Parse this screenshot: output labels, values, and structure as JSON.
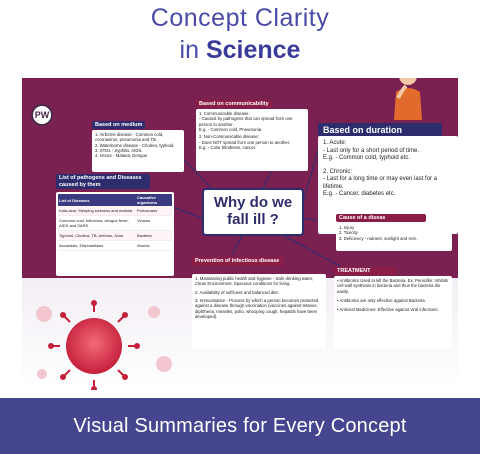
{
  "header": {
    "line1": "Concept Clarity",
    "line2_prefix": "in ",
    "line2_bold": "Science"
  },
  "footer": {
    "text": "Visual Summaries for Every Concept"
  },
  "poster": {
    "logo_text": "PW",
    "question_mark": "?",
    "center_title": "Why do we fall ill ?",
    "medium": {
      "title": "Based on medium",
      "items": [
        "1. Airborne disease - Common cold, coronavirus, pneumonia and TB.",
        "2. Waterborne disease - Cholera, typhoid.",
        "3. STDs - Syphilis, AIDS.",
        "4. Vector - Malaria, Dengue"
      ]
    },
    "communicability": {
      "title": "Based on communicability",
      "items": [
        "1. Communicable disease:",
        "- Caused by pathogens that can spread from one person to another.",
        "E.g. - Common cold, Pneumonia",
        "2. Non-Communicable disease:",
        "- Does NOT spread from one person to another.",
        "E.g. - Color blindness, cancer."
      ]
    },
    "duration": {
      "title": "Based on duration",
      "items": [
        "1. Acute:",
        "- Last only for a short period of time.",
        "E.g. - Common cold, typhoid etc.",
        "2. Chronic:",
        "- Last for a long time or may even last for a lifetime.",
        "E.g. - Cancer, diabetes etc."
      ]
    },
    "pathogens": {
      "title": "List of pathogens and Diseases caused by them",
      "headers": [
        "List of Diseases",
        "Causative organisms"
      ],
      "rows": [
        [
          "Kala-azar, Sleeping sickness and malaria",
          "Protozoans"
        ],
        [
          "Common cold, Influenza, dengue fever, AIDS and SARS",
          "Viruses"
        ],
        [
          "Typhoid, Cholera, TB, Anthrax, Acne",
          "Bacteria"
        ],
        [
          "Ascariasis, Elephantiasis",
          "Worms"
        ]
      ]
    },
    "cause": {
      "title": "Cause of a diseas",
      "items": [
        "1. Injury",
        "2. Toxicity",
        "3. Deficiency - nutrient, sunlight and rest."
      ]
    },
    "prevention": {
      "title": "Prevention of infectious disease",
      "items": [
        "1. Maintaining public health and hygiene - Safe drinking water, Clean Environment, Spacious conditions for living.",
        "2. Availability of sufficient and balanced diet.",
        "3. Immunisation - Process by which a person becomes protected against a disease through vaccination (vaccines against tetanus, diphtheria, measles, polio, whooping cough, hepatitis have been developed)."
      ]
    },
    "treatment": {
      "title": "TREATMENT",
      "items": [
        "• Antibiotics Used to kill the Bacteria. Ex. Penicillin: Inhibits cell wall synthesis in bacteria and thus the bacteria die easily.",
        "• Antibiotics are only effective against Bacteria.",
        "• Antiviral Medicines: Effective against viral infections."
      ]
    }
  },
  "colors": {
    "navy": "#2d2d6e",
    "maroon": "#8a1e47",
    "footer": "#45468f",
    "header_text": "#4a4aa8",
    "poster_band": "#7a2152"
  }
}
